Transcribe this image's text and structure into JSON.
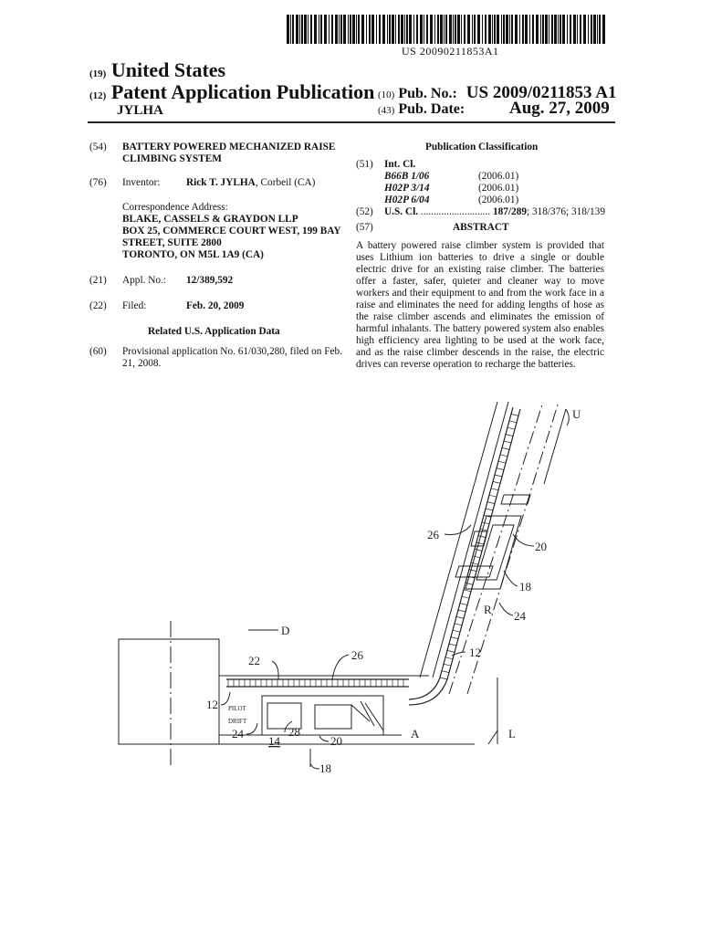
{
  "header": {
    "barcode_text": "US 20090211853A1",
    "code_19": "(19)",
    "country": "United States",
    "code_12": "(12)",
    "pub_type": "Patent Application Publication",
    "inventor_surname": "JYLHA",
    "code_10": "(10)",
    "pub_no_label": "Pub. No.:",
    "pub_no": "US 2009/0211853 A1",
    "code_43": "(43)",
    "pub_date_label": "Pub. Date:",
    "pub_date": "Aug. 27, 2009"
  },
  "left": {
    "title_code": "(54)",
    "title": "BATTERY POWERED MECHANIZED RAISE CLIMBING SYSTEM",
    "inventor_code": "(76)",
    "inventor_label": "Inventor:",
    "inventor_name": "Rick T. JYLHA",
    "inventor_location": ", Corbeil (CA)",
    "corr_label": "Correspondence Address:",
    "corr_line1": "BLAKE, CASSELS & GRAYDON LLP",
    "corr_line2": "BOX 25, COMMERCE COURT WEST, 199 BAY",
    "corr_line3": "STREET, SUITE 2800",
    "corr_line4": "TORONTO, ON M5L 1A9 (CA)",
    "appl_code": "(21)",
    "appl_label": "Appl. No.:",
    "appl_no": "12/389,592",
    "filed_code": "(22)",
    "filed_label": "Filed:",
    "filed_date": "Feb. 20, 2009",
    "related_heading": "Related U.S. Application Data",
    "prov_code": "(60)",
    "prov_text_line1": "Provisional application No. 61/030,280, filed on Feb.",
    "prov_text_line2": "21, 2008."
  },
  "right": {
    "class_heading": "Publication Classification",
    "intcl_code": "(51)",
    "intcl_label": "Int. Cl.",
    "classes": [
      {
        "code": "B66B 1/06",
        "year": "(2006.01)"
      },
      {
        "code": "H02P 3/14",
        "year": "(2006.01)"
      },
      {
        "code": "H02P 6/04",
        "year": "(2006.01)"
      }
    ],
    "uscl_code": "(52)",
    "uscl_label": "U.S. Cl.",
    "uscl_dots": "...........................",
    "uscl_main": "187/289",
    "uscl_rest": "; 318/376; 318/139",
    "abstract_code": "(57)",
    "abstract_heading": "ABSTRACT",
    "abstract_text": "A battery powered raise climber system is provided that uses Lithium ion batteries to drive a single or double electric drive for an existing raise climber. The batteries offer a faster, safer, quieter and cleaner way to move workers and their equipment to and from the work face in a raise and eliminates the need for adding lengths of hose as the raise climber ascends and eliminates the emission of harmful inhalants. The battery powered system also enables high efficiency area lighting to be used at the work face, and as the raise climber descends in the raise, the electric drives can reverse operation to recharge the batteries."
  },
  "drawing": {
    "labels": {
      "U": "U",
      "n26a": "26",
      "n20a": "20",
      "n18a": "18",
      "R": "R",
      "n24a": "24",
      "n12a": "12",
      "D": "D",
      "n22": "22",
      "n26b": "26",
      "n12b": "12",
      "pilot": "PILOT",
      "drift": "DRIFT",
      "n24b": "24",
      "n14": "14",
      "n28": "28",
      "n20b": "20",
      "A": "A",
      "L": "L",
      "n18b": "18"
    }
  }
}
